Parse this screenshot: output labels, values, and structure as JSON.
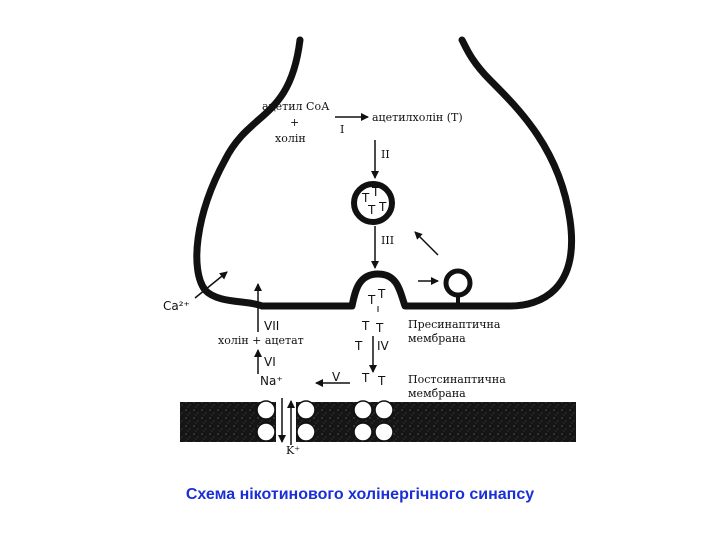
{
  "labels": {
    "acetyl_coa": "ацетил СоА",
    "plus": "+",
    "choline": "холін",
    "step_I": "I",
    "acetylcholine": "ацетилхолін (Т)",
    "step_II": "II",
    "step_III": "III",
    "ca": "Ca²⁺",
    "step_VII": "VII",
    "choline_acetate": "холін + ацетат",
    "step_VI": "VI",
    "na": "Na⁺",
    "step_IV": "IV",
    "step_V": "V",
    "k": "K⁺",
    "transmitter": "T",
    "presynaptic_1": "Пресинаптична",
    "presynaptic_2": "мембрана",
    "postsynaptic_1": "Постсинаптична",
    "postsynaptic_2": "мембрана"
  },
  "caption": "Схема нікотинового холінергічного синапсу",
  "colors": {
    "caption": "#1a2fd6",
    "line": "#111111"
  }
}
